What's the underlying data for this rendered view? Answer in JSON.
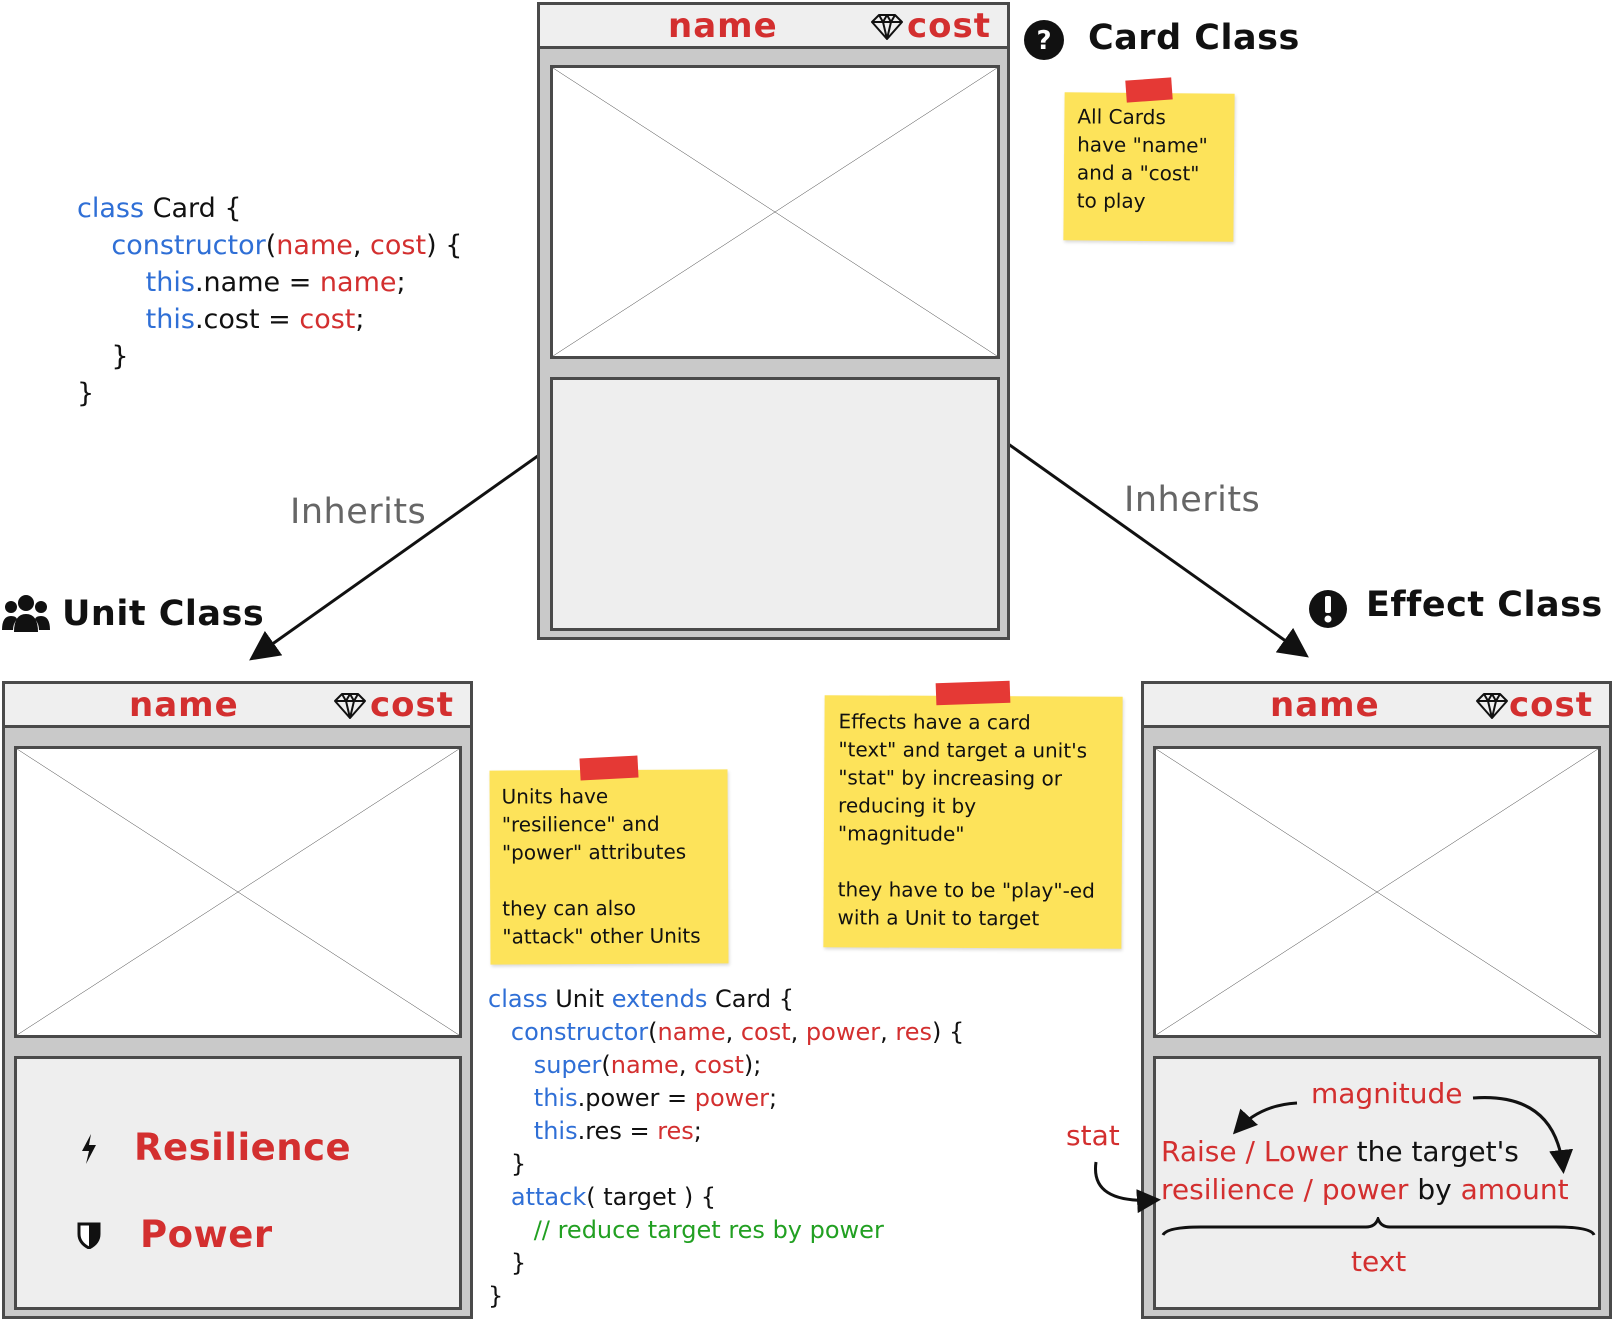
{
  "card_class": {
    "title": "Card Class",
    "card": {
      "name": "name",
      "cost": "cost"
    },
    "note": [
      "All Cards",
      "have \"name\"",
      "and a \"cost\"",
      "to play"
    ],
    "code": {
      "l1_kw": "class",
      "l1_rest": " Card {",
      "l2_kw": "constructor",
      "l2_open": "(",
      "l2_a1": "name",
      "l2_sep": ", ",
      "l2_a2": "cost",
      "l2_close": ") {",
      "l3_kw": "this",
      "l3_mid": ".name = ",
      "l3_val": "name",
      "l3_end": ";",
      "l4_kw": "this",
      "l4_mid": ".cost = ",
      "l4_val": "cost",
      "l4_end": ";",
      "l5": "}",
      "l6": "}"
    }
  },
  "inherits_left": "Inherits",
  "inherits_right": "Inherits",
  "unit_class": {
    "title": "Unit Class",
    "icon": "users-icon",
    "card": {
      "name": "name",
      "cost": "cost"
    },
    "stats": [
      {
        "icon": "lightning-icon",
        "label": "Resilience"
      },
      {
        "icon": "shield-icon",
        "label": "Power"
      }
    ],
    "note_para1": [
      "Units have",
      "\"resilience\" and",
      "\"power\" attributes"
    ],
    "note_para2": [
      "they can also",
      "\"attack\" other Units"
    ],
    "code": {
      "l1_kw": "class",
      "l1_mid": " Unit ",
      "l1_kw2": "extends",
      "l1_rest": " Card {",
      "l2_kw": "constructor",
      "l2_open": "(",
      "l2_a1": "name",
      "l2_s1": ", ",
      "l2_a2": "cost",
      "l2_s2": ", ",
      "l2_a3": "power",
      "l2_s3": ", ",
      "l2_a4": "res",
      "l2_close": ") {",
      "l3_kw": "super",
      "l3_open": "(",
      "l3_a1": "name",
      "l3_sep": ", ",
      "l3_a2": "cost",
      "l3_close": ");",
      "l4_kw": "this",
      "l4_mid": ".power = ",
      "l4_val": "power",
      "l4_end": ";",
      "l5_kw": "this",
      "l5_mid": ".res = ",
      "l5_val": "res",
      "l5_end": ";",
      "l6": "}",
      "l7_kw": "attack",
      "l7_rest": "( target ) {",
      "l8_comment": "// reduce target res by power",
      "l9": "}",
      "l10": "}"
    }
  },
  "effect_class": {
    "title": "Effect Class",
    "icon": "exclamation-icon",
    "card": {
      "name": "name",
      "cost": "cost"
    },
    "note_para1": [
      "Effects have a card",
      "\"text\" and target a unit's",
      "\"stat\" by increasing or",
      "reducing it by",
      "\"magnitude\""
    ],
    "note_para2": [
      "they have to be \"play\"-ed",
      "with a Unit to target"
    ],
    "body": {
      "magnitude": "magnitude",
      "stat": "stat",
      "line1_red": "Raise / Lower",
      "line1_rest": " the target's",
      "line2_red1": "resilience / power",
      "line2_mid": " by ",
      "line2_red2": "amount",
      "text": "text"
    }
  },
  "colors": {
    "red": "#d32f2f",
    "blue": "#2f6fd6",
    "green": "#22a022",
    "note_yellow": "#fde35a",
    "card_gray": "#c9c9c9"
  }
}
